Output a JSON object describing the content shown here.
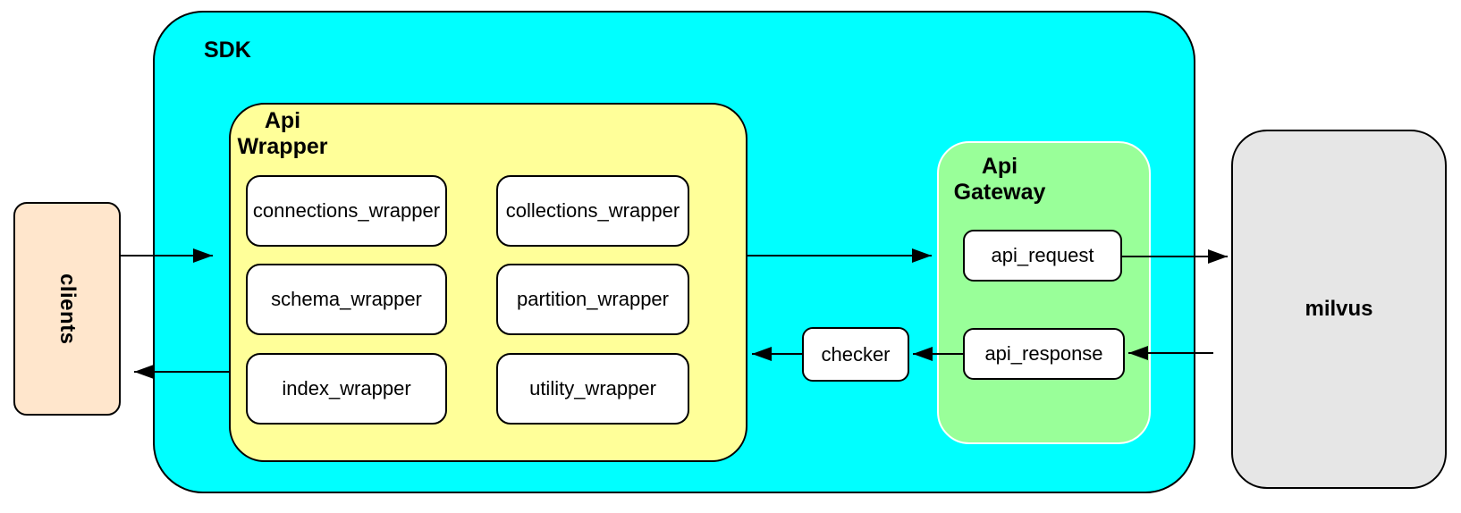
{
  "diagram": {
    "type": "architecture-diagram",
    "colors": {
      "sdk_fill": "#00FFFF",
      "api_wrapper_fill": "#FFFF99",
      "api_gateway_fill": "#99FF99",
      "clients_fill": "#FFE6CC",
      "milvus_fill": "#E6E6E6",
      "inner_box_fill": "#FFFFFF",
      "stroke": "#000000"
    },
    "nodes": {
      "clients": {
        "label": "clients"
      },
      "sdk": {
        "label": "SDK"
      },
      "api_wrapper": {
        "label": "Api\nWrapper",
        "boxes": [
          {
            "label": "connections_wrapper"
          },
          {
            "label": "collections_wrapper"
          },
          {
            "label": "schema_wrapper"
          },
          {
            "label": "partition_wrapper"
          },
          {
            "label": "index_wrapper"
          },
          {
            "label": "utility_wrapper"
          }
        ]
      },
      "checker": {
        "label": "checker"
      },
      "api_gateway": {
        "label": "Api\nGateway",
        "request_label": "api_request",
        "response_label": "api_response"
      },
      "milvus": {
        "label": "milvus"
      }
    },
    "edges": [
      {
        "from": "clients",
        "to": "api_wrapper",
        "direction": "right"
      },
      {
        "from": "api_wrapper",
        "to": "api_gateway",
        "direction": "right"
      },
      {
        "from": "api_request",
        "to": "milvus",
        "direction": "right"
      },
      {
        "from": "milvus",
        "to": "api_response",
        "direction": "left"
      },
      {
        "from": "api_response",
        "to": "checker",
        "direction": "left"
      },
      {
        "from": "checker",
        "to": "api_wrapper",
        "direction": "left"
      },
      {
        "from": "api_wrapper",
        "to": "clients",
        "direction": "left"
      }
    ]
  }
}
